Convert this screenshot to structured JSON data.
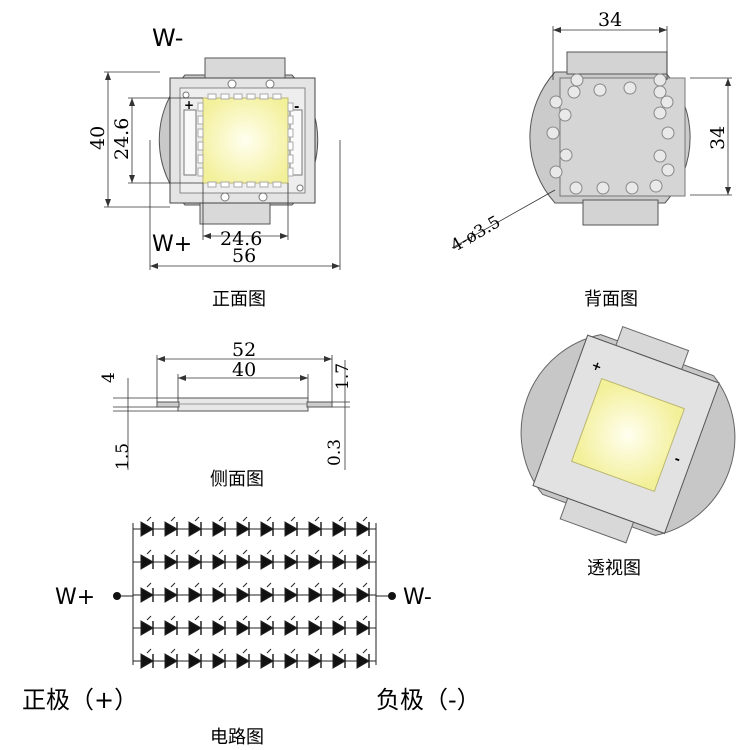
{
  "front": {
    "w_minus": "W-",
    "w_plus": "W+",
    "plus_mark": "+",
    "minus_mark": "-",
    "dim_height": "40",
    "dim_inner_h": "24.6",
    "dim_inner_w": "24.6",
    "dim_width": "56",
    "caption": "正面图"
  },
  "back": {
    "dim_width": "34",
    "dim_height": "34",
    "holes": "4-ø3.5",
    "caption": "背面图"
  },
  "side": {
    "dim_total": "52",
    "dim_inner": "40",
    "dim_left_top": "4",
    "dim_left_bottom": "1.5",
    "dim_right_top": "1.7",
    "dim_right_bottom": "0.3",
    "caption": "侧面图"
  },
  "perspective": {
    "plus_mark": "+",
    "minus_mark": "-",
    "caption": "透视图"
  },
  "circuit": {
    "w_plus": "W+",
    "w_minus": "W-",
    "positive_label": "正极（+）",
    "negative_label": "负极（-）",
    "caption": "电路图",
    "rows": 5,
    "cols": 10
  },
  "colors": {
    "led_yellow": "#f8f6b8",
    "body_gray": "#cfcfcf",
    "plate_gray": "#bdbdbd",
    "line": "#222222"
  }
}
